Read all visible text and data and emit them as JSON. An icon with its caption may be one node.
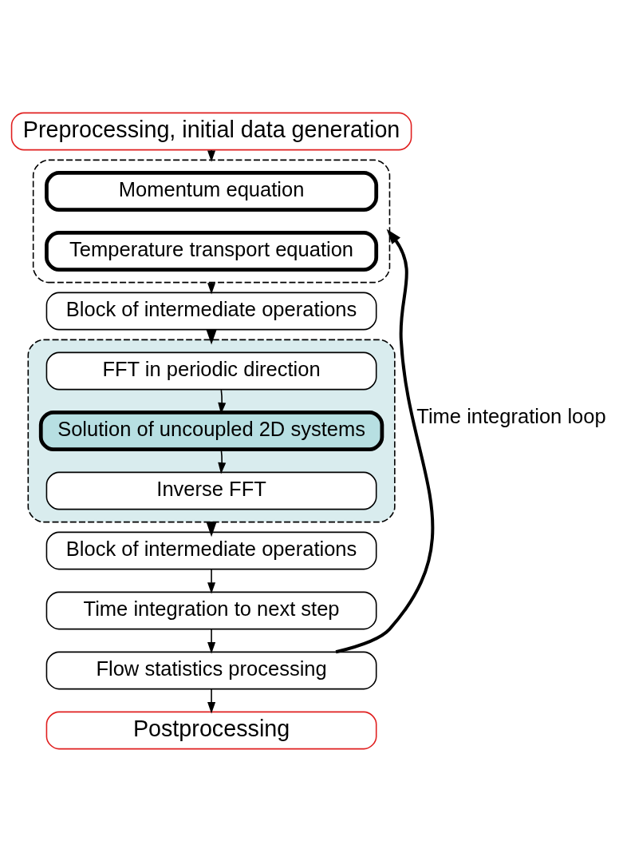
{
  "diagram": {
    "nodes": [
      {
        "text": [
          "Preprocessing, initial data generation"
        ]
      },
      {
        "text": [],
        "shape": "box"
      },
      {
        "text": [
          "Momentum equation"
        ],
        "in": 1
      },
      {
        "text": [
          "Temperature transport equation"
        ],
        "in": 1
      },
      {
        "text": [
          "Block of intermediate operations"
        ]
      },
      {
        "text": [],
        "shape": "box"
      },
      {
        "text": [
          "FFT in periodic direction"
        ],
        "in": 5
      },
      {
        "text": [
          "Solution of uncoupled 2D systems"
        ],
        "in": 5
      },
      {
        "text": [
          "Inverse FFT"
        ],
        "in": 5
      },
      {
        "text": [
          "Block of intermediate operations"
        ]
      },
      {
        "text": [
          "Time integration to next step"
        ]
      },
      {
        "text": [
          "Flow statistics processing"
        ]
      },
      {
        "text": [
          "Postprocessing"
        ]
      }
    ],
    "edges": [
      {
        "from": 0,
        "to": 1,
        "arrow": "to"
      },
      {
        "from": 1,
        "to": 4,
        "arrow": "to"
      },
      {
        "from": 4,
        "to": 5,
        "arrow": "to",
        "style": "thick"
      },
      {
        "from": 6,
        "to": 7,
        "arrow": "to"
      },
      {
        "from": 7,
        "to": 8,
        "arrow": "to"
      },
      {
        "from": 5,
        "to": 9,
        "arrow": "to",
        "style": "thick"
      },
      {
        "from": 9,
        "to": 10,
        "arrow": "to"
      },
      {
        "from": 10,
        "to": 11,
        "arrow": "to"
      },
      {
        "from": 11,
        "to": 12,
        "arrow": "to"
      },
      {
        "from": 11,
        "to": 1,
        "arrow": "to",
        "label": "Time integration loop",
        "style": "thick"
      }
    ]
  }
}
